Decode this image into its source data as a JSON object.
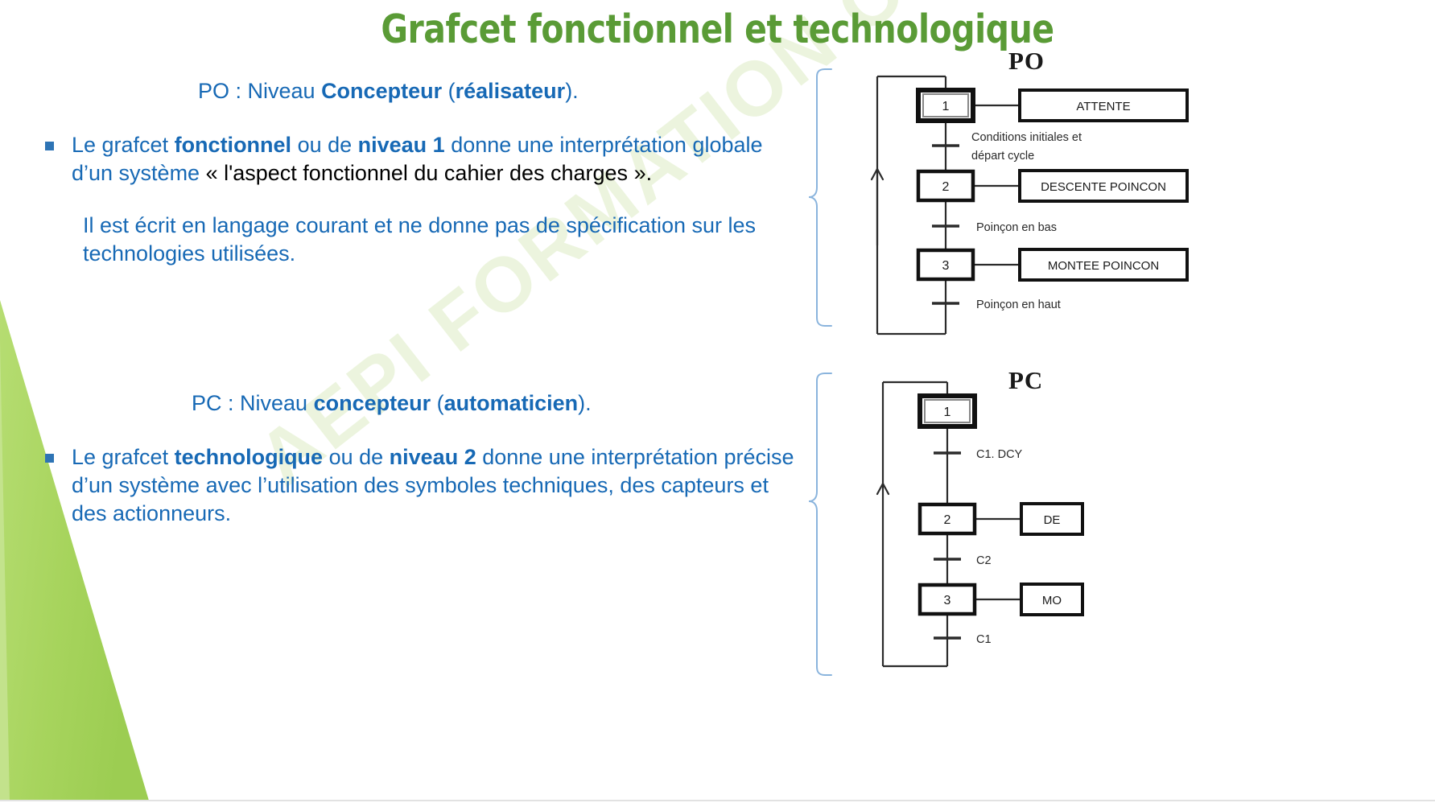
{
  "slide": {
    "title": "Grafcet fonctionnel et technologique",
    "title_color": "#5a9b36",
    "text_color": "#1769b5",
    "black_color": "#000000",
    "accent_green": "#a8d55e",
    "watermark": "AEPI FORMATION  OUF"
  },
  "po_section": {
    "lead_prefix": "PO  :  Niveau ",
    "lead_bold1": "Concepteur",
    "lead_mid": " (",
    "lead_bold2": "réalisateur",
    "lead_suffix": ").",
    "bullet": {
      "t1": "Le grafcet ",
      "b1": "fonctionnel",
      "t2": " ou de ",
      "b2": "niveau 1",
      "t3": " donne une interprétation globale d’un système ",
      "black": "« l'aspect fonctionnel du cahier des charges »."
    },
    "paragraph": "Il est écrit en langage courant et ne donne pas de spécification sur les technologies utilisées."
  },
  "pc_section": {
    "lead_prefix": "PC  : Niveau ",
    "lead_bold1": "concepteur",
    "lead_mid": " (",
    "lead_bold2": "automaticien",
    "lead_suffix": ").",
    "bullet": {
      "t1": "Le grafcet ",
      "b1": "technologique",
      "t2": " ou de ",
      "b2": "niveau 2",
      "t3": " donne une interprétation précise d’un système avec l’utilisation des symboles techniques, des capteurs et des actionneurs."
    }
  },
  "grafcets": [
    {
      "name": "PO",
      "title": "PO",
      "steps": [
        {
          "number": "1",
          "initial": true,
          "action": "ATTENTE",
          "action_width": 160
        },
        {
          "number": "2",
          "initial": false,
          "action": "DESCENTE POINCON",
          "action_width": 160
        },
        {
          "number": "3",
          "initial": false,
          "action": "MONTEE POINCON",
          "action_width": 160
        }
      ],
      "transitions": [
        {
          "label": "Conditions initiales et\ndépart cycle",
          "line1": "Conditions initiales et",
          "line2": "départ cycle"
        },
        {
          "label": "Poinçon en bas",
          "line1": "Poinçon en bas",
          "line2": ""
        },
        {
          "label": "Poinçon en haut",
          "line1": "Poinçon en haut",
          "line2": ""
        }
      ]
    },
    {
      "name": "PC",
      "title": "PC",
      "steps": [
        {
          "number": "1",
          "initial": true,
          "action": "",
          "action_width": 0
        },
        {
          "number": "2",
          "initial": false,
          "action": "DE",
          "action_width": 72
        },
        {
          "number": "3",
          "initial": false,
          "action": "MO",
          "action_width": 72
        }
      ],
      "transitions": [
        {
          "label": "C1. DCY",
          "line1": "C1. DCY",
          "line2": ""
        },
        {
          "label": "C2",
          "line1": "C2",
          "line2": ""
        },
        {
          "label": "C1",
          "line1": "C1",
          "line2": ""
        }
      ]
    }
  ]
}
